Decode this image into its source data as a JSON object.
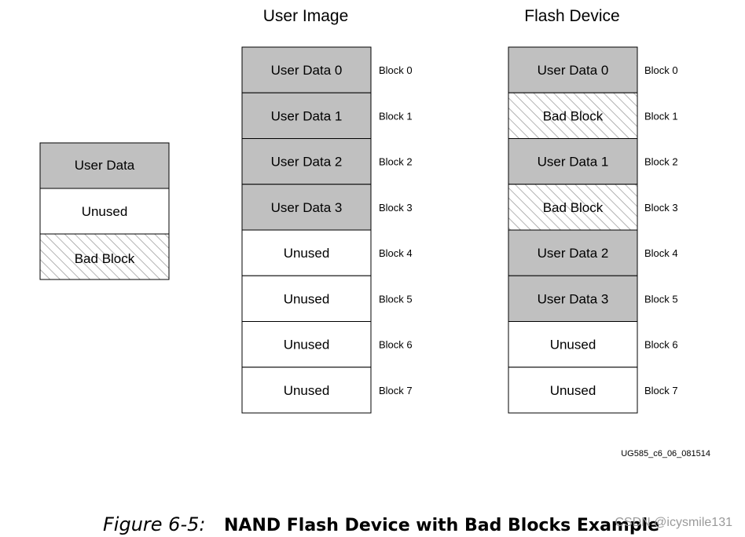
{
  "columns": {
    "user_image": {
      "title": "User Image",
      "cells": [
        {
          "text": "User Data 0",
          "type": "data"
        },
        {
          "text": "User Data 1",
          "type": "data"
        },
        {
          "text": "User Data 2",
          "type": "data"
        },
        {
          "text": "User Data 3",
          "type": "data"
        },
        {
          "text": "Unused",
          "type": "unused"
        },
        {
          "text": "Unused",
          "type": "unused"
        },
        {
          "text": "Unused",
          "type": "unused"
        },
        {
          "text": "Unused",
          "type": "unused"
        }
      ],
      "block_labels": [
        "Block 0",
        "Block 1",
        "Block 2",
        "Block 3",
        "Block 4",
        "Block 5",
        "Block 6",
        "Block 7"
      ]
    },
    "flash_device": {
      "title": "Flash Device",
      "cells": [
        {
          "text": "User Data 0",
          "type": "data"
        },
        {
          "text": "Bad Block",
          "type": "bad"
        },
        {
          "text": "User Data 1",
          "type": "data"
        },
        {
          "text": "Bad Block",
          "type": "bad"
        },
        {
          "text": "User Data 2",
          "type": "data"
        },
        {
          "text": "User Data 3",
          "type": "data"
        },
        {
          "text": "Unused",
          "type": "unused"
        },
        {
          "text": "Unused",
          "type": "unused"
        }
      ],
      "block_labels": [
        "Block 0",
        "Block 1",
        "Block 2",
        "Block 3",
        "Block 4",
        "Block 5",
        "Block 6",
        "Block 7"
      ]
    }
  },
  "legend": [
    {
      "text": "User Data",
      "type": "data"
    },
    {
      "text": "Unused",
      "type": "unused"
    },
    {
      "text": "Bad Block",
      "type": "bad"
    }
  ],
  "figure_ref": "UG585_c6_06_081514",
  "caption": {
    "label": "Figure 6-5:",
    "title": "NAND Flash Device with Bad Blocks Example"
  },
  "watermark": "CSDN @icysmile131",
  "colors": {
    "data_fill": "#c0c0c0",
    "unused_fill": "#ffffff",
    "hatch_line": "#8c8c8c",
    "border": "#000000"
  }
}
